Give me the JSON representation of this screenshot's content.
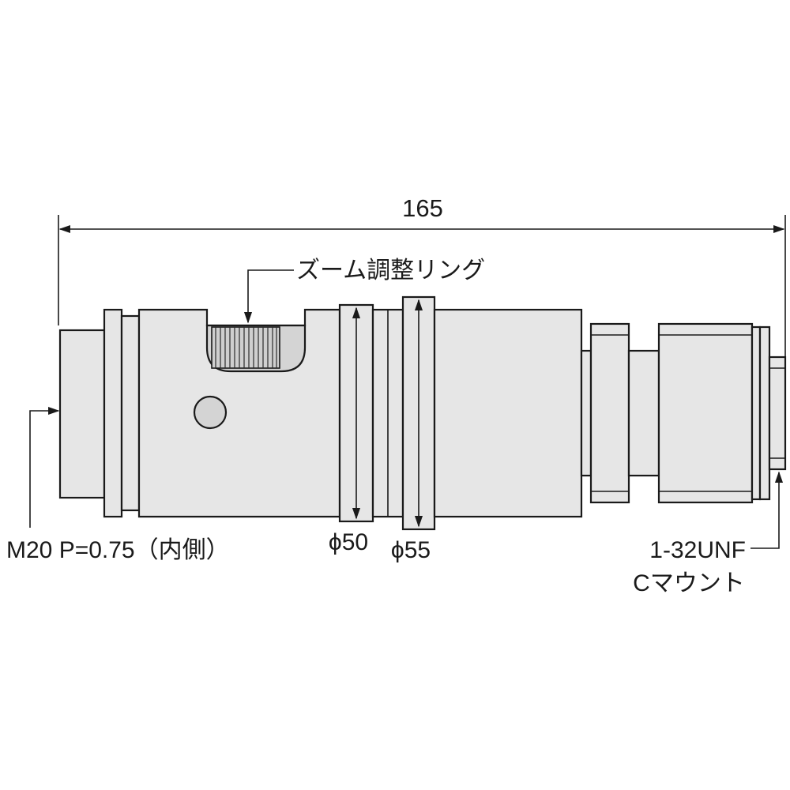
{
  "dimensions": {
    "overall_length": "165",
    "diameter_50": "ϕ50",
    "diameter_55": "ϕ55"
  },
  "labels": {
    "zoom_ring": "ズーム調整リング",
    "front_thread": "M20 P=0.75（内側）",
    "rear_thread_line1": "1-32UNF",
    "rear_thread_line2": "Cマウント"
  },
  "colors": {
    "body_fill": "#e6e6e6",
    "line": "#1a1a1a"
  }
}
